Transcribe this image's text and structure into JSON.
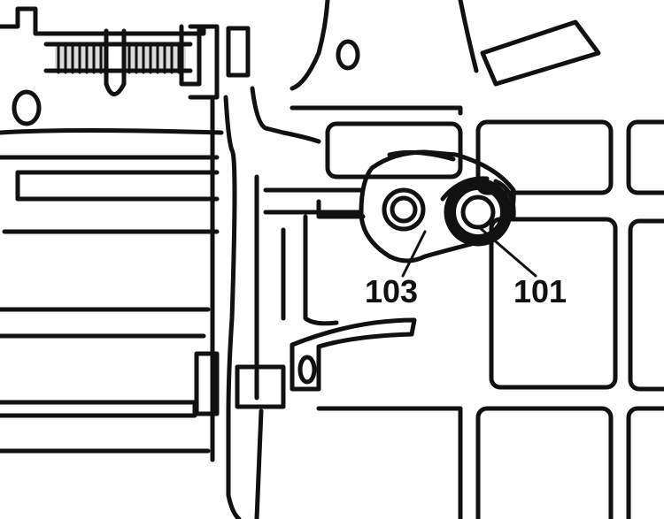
{
  "callouts": [
    {
      "id": "103",
      "text": "103"
    },
    {
      "id": "101",
      "text": "101"
    }
  ],
  "colors": {
    "ink": "#111111",
    "paper": "#ffffff"
  }
}
